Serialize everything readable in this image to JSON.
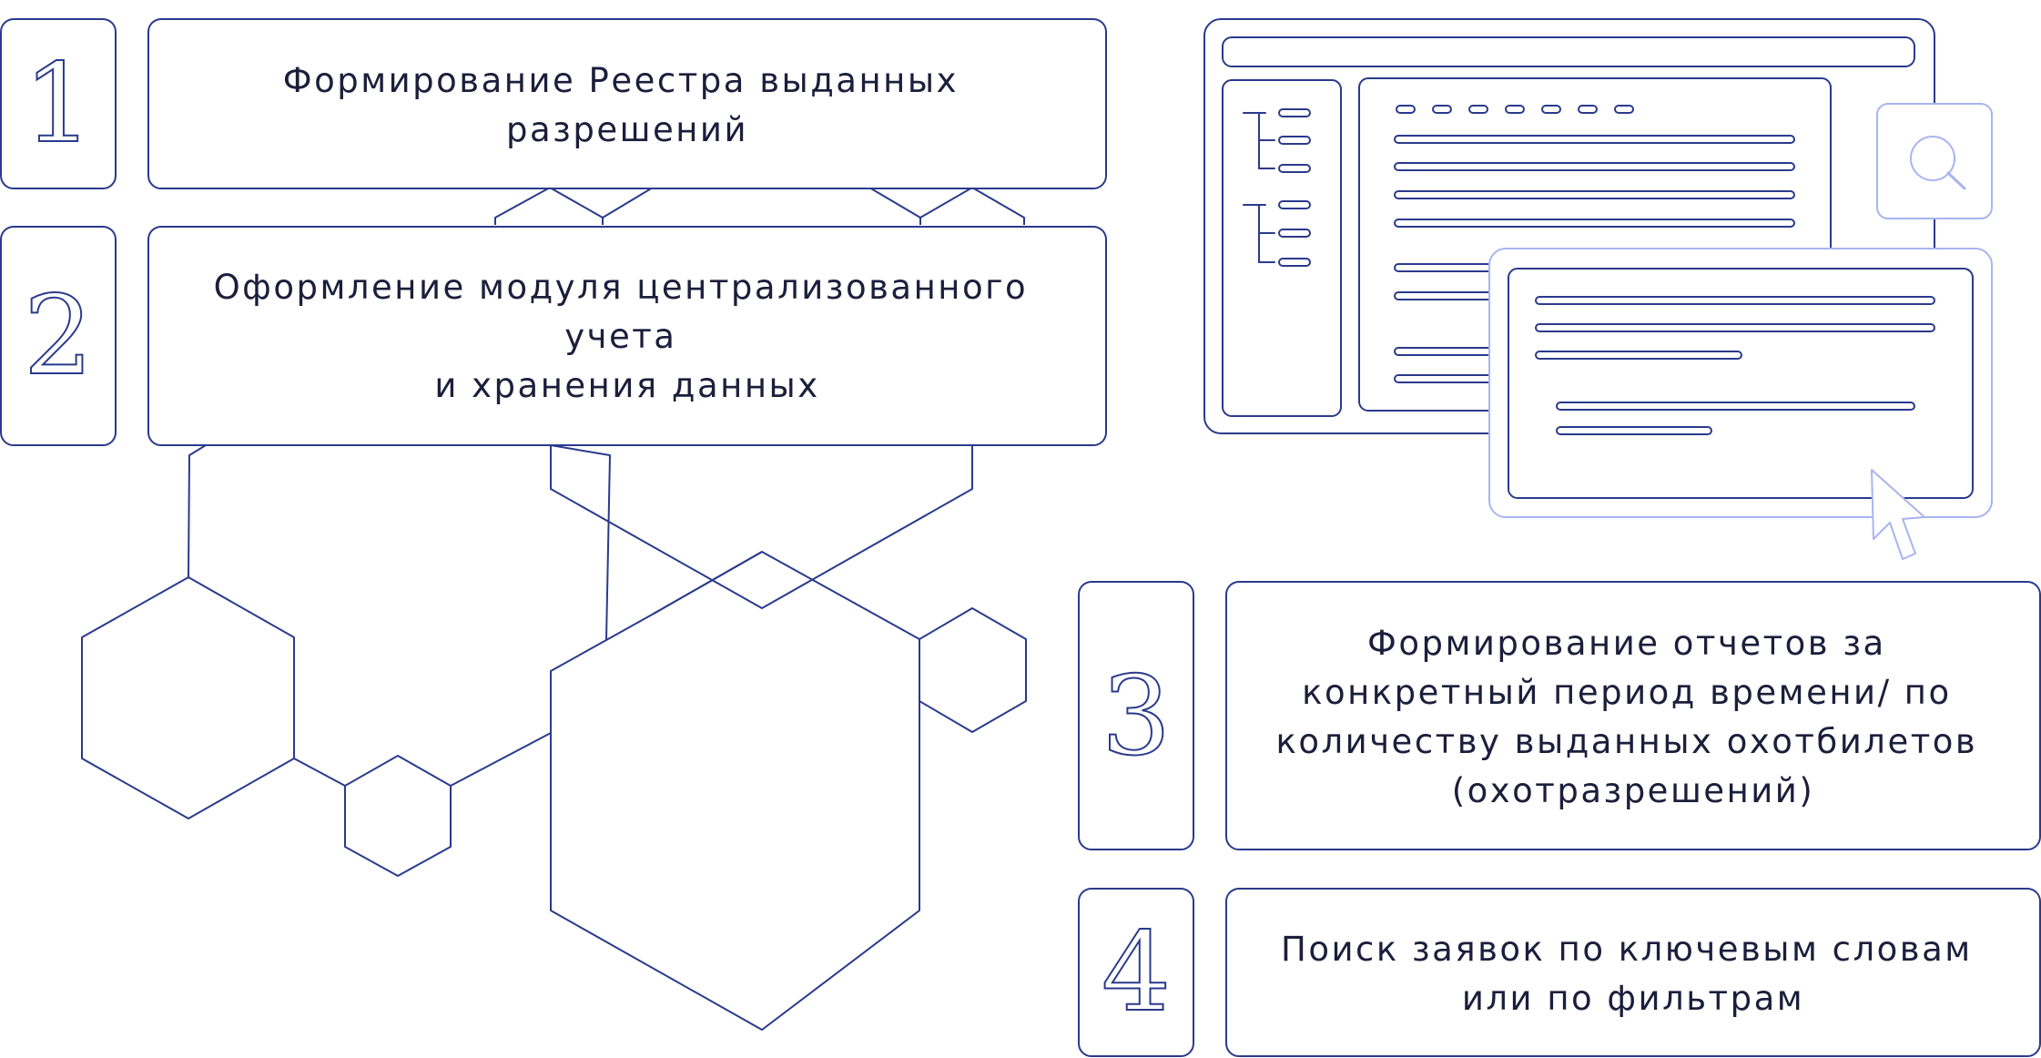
{
  "colors": {
    "stroke": "#2a3a8c",
    "accent_light": "#a9b4f0",
    "text": "#1b1f3b",
    "background": "#ffffff"
  },
  "steps": [
    {
      "number": "1",
      "lines": [
        "Формирование Реестра выданных",
        "разрешений"
      ]
    },
    {
      "number": "2",
      "lines": [
        "Оформление модуля централизованного",
        "учета",
        "и хранения данных"
      ]
    },
    {
      "number": "3",
      "lines": [
        "Формирование отчетов за",
        "конкретный период времени/ по",
        "количеству выданных охотбилетов",
        "(охотразрешений)"
      ]
    },
    {
      "number": "4",
      "lines": [
        "Поиск заявок по ключевым словам",
        "или по фильтрам"
      ]
    }
  ],
  "icons": {
    "illustration": "app-window-illustration",
    "search": "search-icon",
    "cursor": "cursor-icon"
  }
}
